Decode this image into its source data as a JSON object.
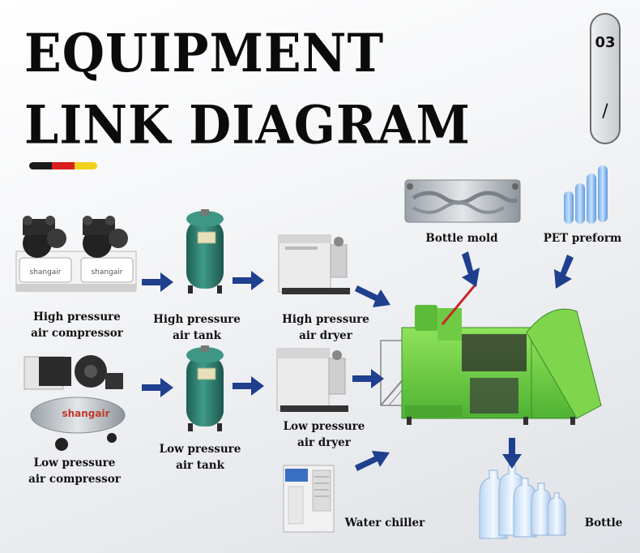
{
  "header": {
    "title_line1": "EQUIPMENT",
    "title_line2": "LINK DIAGRAM",
    "page_number": "03",
    "separator": "/"
  },
  "accent_colors": [
    "#1b1b1b",
    "#d81e1e",
    "#f0d21c"
  ],
  "arrow_color": "#1f3f8f",
  "nodes": {
    "hp_compressor": {
      "line1": "High pressure",
      "line2": "air compressor",
      "brand": "shangair"
    },
    "hp_tank": {
      "line1": "High pressure",
      "line2": "air tank"
    },
    "hp_dryer": {
      "line1": "High pressure",
      "line2": "air dryer"
    },
    "lp_compressor": {
      "line1": "Low pressure",
      "line2": "air compressor",
      "brand": "shangair"
    },
    "lp_tank": {
      "line1": "Low pressure",
      "line2": "air tank"
    },
    "lp_dryer": {
      "line1": "Low pressure",
      "line2": "air dryer"
    },
    "chiller": {
      "label": "Water chiller"
    },
    "mold": {
      "label": "Bottle mold"
    },
    "preform": {
      "label": "PET preform"
    },
    "bottle": {
      "label": "Bottle"
    },
    "machine": {
      "name": "blow-molding-machine"
    }
  }
}
